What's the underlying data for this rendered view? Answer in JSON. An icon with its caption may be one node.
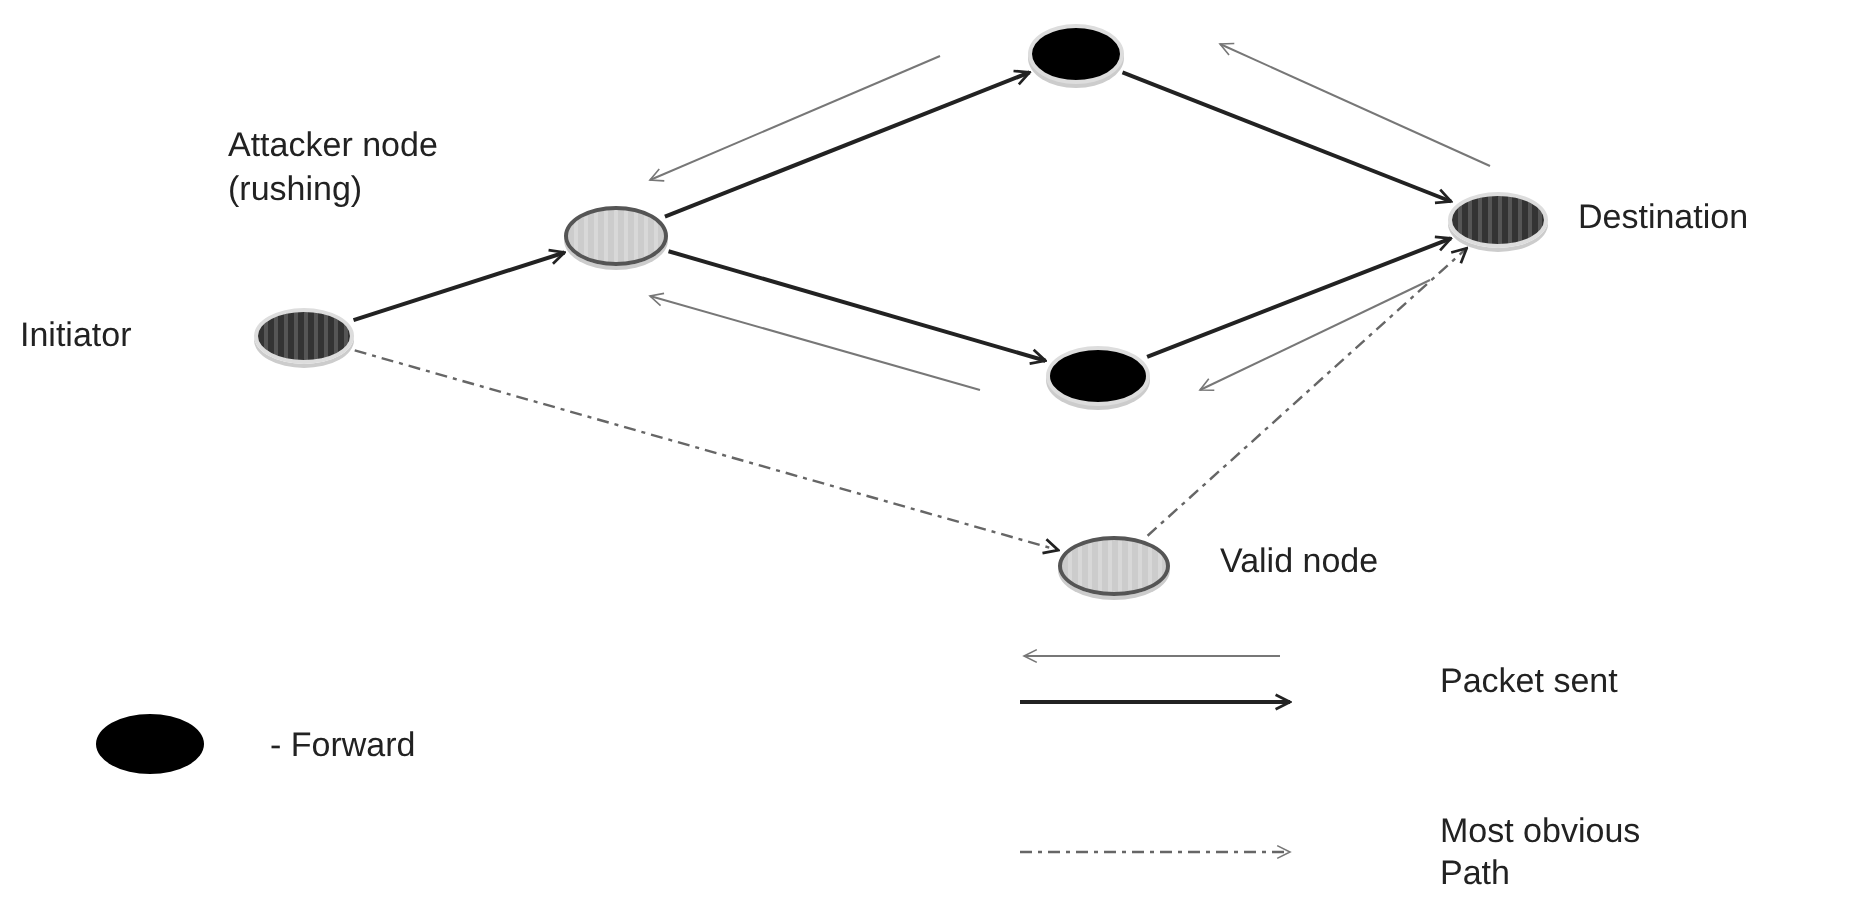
{
  "diagram": {
    "nodes": [
      {
        "text": [],
        "shape": "circle",
        "beside": [
          "Initiator"
        ]
      },
      {
        "text": [],
        "shape": "circle",
        "beside": [
          "Attacker node (rushing)"
        ]
      },
      {
        "text": [],
        "shape": "circle"
      },
      {
        "text": [],
        "shape": "circle"
      },
      {
        "text": [],
        "shape": "circle",
        "beside": [
          "Destination"
        ]
      },
      {
        "text": [],
        "shape": "circle",
        "beside": [
          "Valid node"
        ]
      }
    ],
    "edges": [
      {
        "from": 0,
        "to": 1,
        "arrow": "to"
      },
      {
        "from": 1,
        "to": 2,
        "arrow": "to"
      },
      {
        "from": 1,
        "to": 3,
        "arrow": "to"
      },
      {
        "from": 2,
        "to": 4,
        "arrow": "to"
      },
      {
        "from": 3,
        "to": 4,
        "arrow": "to"
      },
      {
        "from": 0,
        "to": 5,
        "arrow": "to",
        "style": "dashed"
      },
      {
        "from": 5,
        "to": 4,
        "arrow": "to",
        "style": "dashed"
      }
    ],
    "legend": [
      {
        "text": "- Forward"
      },
      {
        "text": "Packet sent"
      },
      {
        "text": "Most obvious Path"
      }
    ]
  }
}
